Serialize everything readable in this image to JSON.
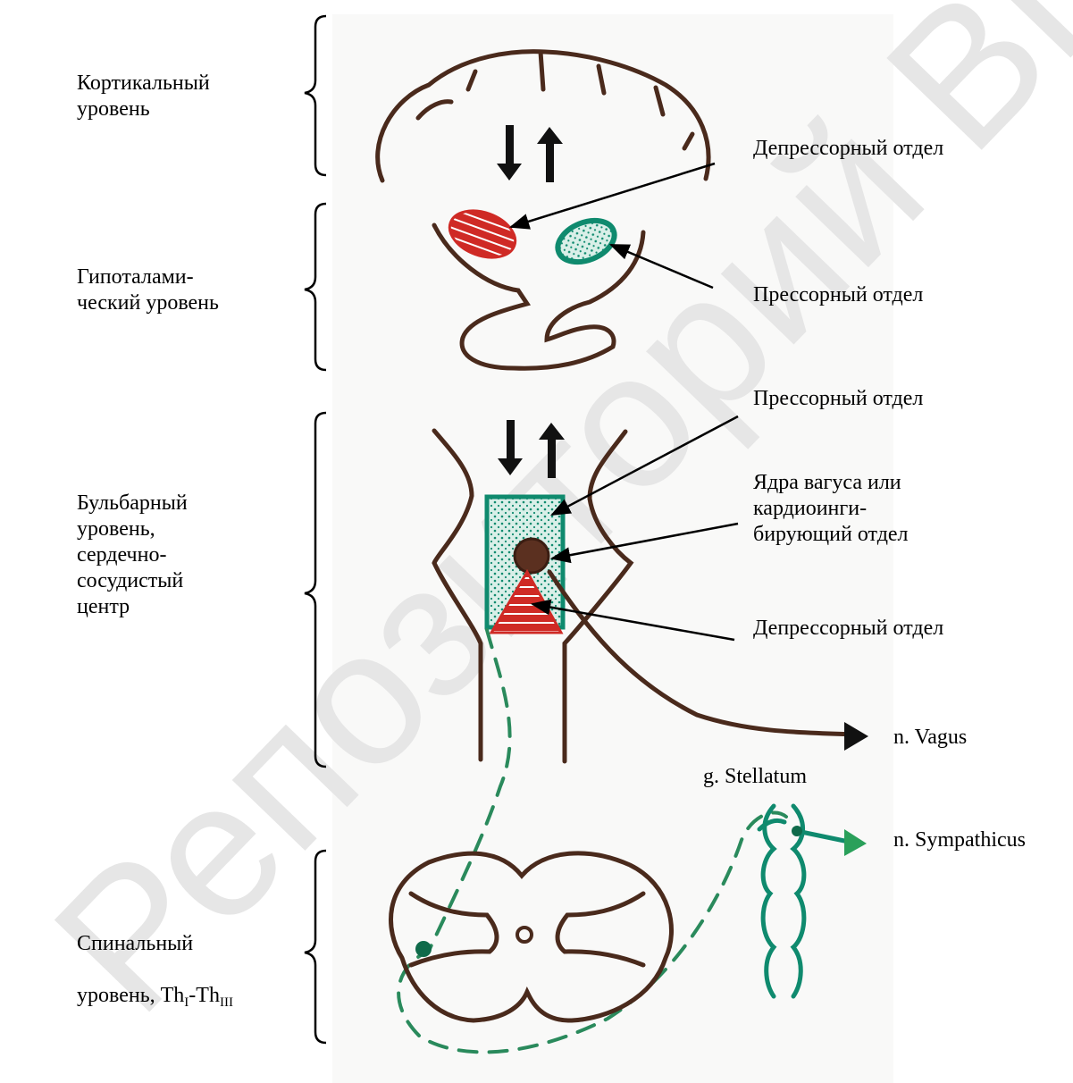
{
  "levels": {
    "cortical": "Кортикальный\nуровень",
    "hypothalamic": "Гипоталами-\nческий уровень",
    "bulbar": "Бульбарный\nуровень,\nсердечно-\nсосудистый\nцентр",
    "spinal_line1": "Спинальный",
    "spinal_prefix": "уровень, Th",
    "spinal_sub1": "I",
    "spinal_dash": "-Th",
    "spinal_sub2": "III"
  },
  "annotations": {
    "hypo_depressor": "Депрессорный отдел",
    "hypo_pressor": "Прессорный отдел",
    "bulb_pressor": "Прессорный отдел",
    "vagus_nuclei": "Ядра вагуса или\nкардиоинги-\nбирующий отдел",
    "bulb_depressor": "Депрессорный отдел"
  },
  "nerves": {
    "vagus": "n. Vagus",
    "stellatum": "g. Stellatum",
    "sympathicus": "n. Sympathicus"
  },
  "watermark": "Репозиторий ВГУ",
  "colors": {
    "outline": "#4a2a1c",
    "depressor": "#cf2a25",
    "pressor": "#0f8a6e",
    "sympathetic": "#2a8a5c",
    "watermark": "#e6e6e6"
  }
}
